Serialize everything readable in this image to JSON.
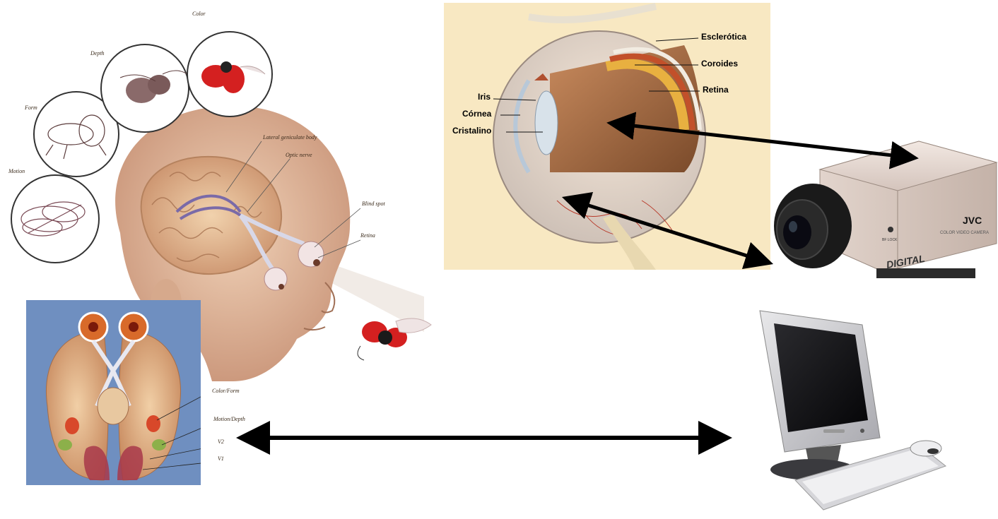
{
  "eye_labels": {
    "esclerotica": "Esclerótica",
    "coroides": "Coroides",
    "retina": "Retina",
    "iris": "Iris",
    "cornea": "Córnea",
    "cristalino": "Cristalino"
  },
  "head_labels": {
    "color": "Color",
    "depth": "Depth",
    "form": "Form",
    "motion": "Motion",
    "lateral_geniculate": "Lateral geniculate body",
    "optic_nerve": "Optic nerve",
    "blind_spot": "Blind spot",
    "retina": "Retina"
  },
  "brain_labels": {
    "color_form": "Color/Form",
    "motion_depth": "Motion/Depth",
    "v2": "V2",
    "v1": "V1"
  },
  "camera": {
    "brand": "JVC",
    "model_text": "COLOR VIDEO CAMERA",
    "digital": "DIGITAL",
    "switch_label": "BF LOCK"
  },
  "colors": {
    "eye_bg": "#f8e8c2",
    "brain_bg": "#6f8fc0",
    "arrow": "#000000",
    "ladybug": "#d42020",
    "skin": "#e8c4a8",
    "camera_body": "#e6d8d0"
  }
}
